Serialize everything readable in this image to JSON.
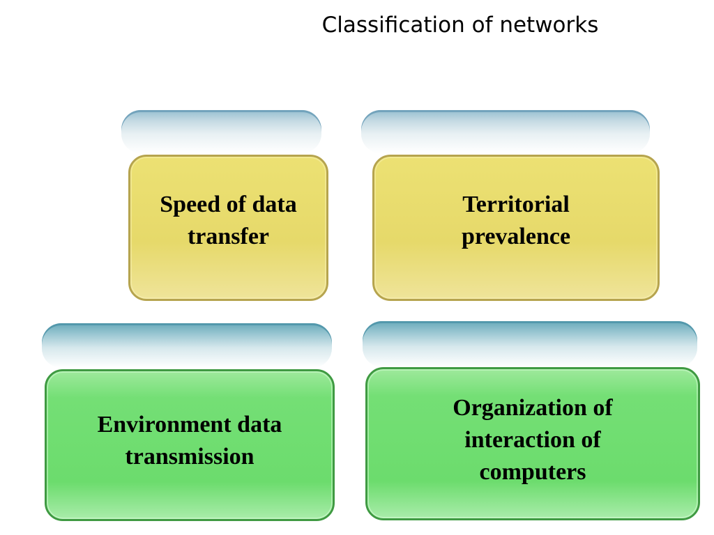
{
  "slide": {
    "title": "Classification of networks"
  },
  "boxes": [
    {
      "label": "Speed of data transfer",
      "color": "#e9de6e"
    },
    {
      "label": "Territorial prevalence",
      "color": "#e9de6e"
    },
    {
      "label": "Environment data transmission",
      "color": "#6fdd70"
    },
    {
      "label": "Organization of interaction of computers",
      "color": "#6fdd70"
    }
  ]
}
